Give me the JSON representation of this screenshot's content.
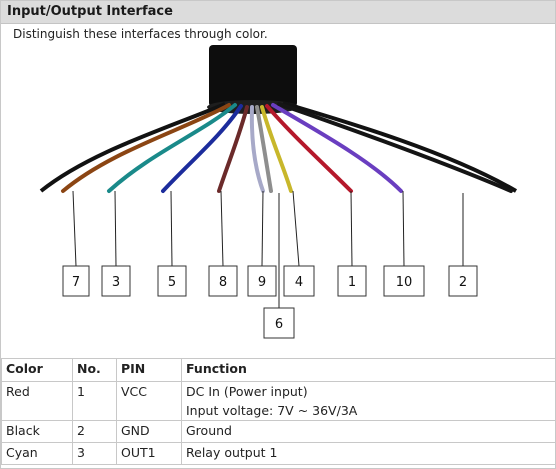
{
  "title": "Input/Output Interface",
  "subtitle": "Distinguish these interfaces through color.",
  "wires": [
    {
      "label": "7",
      "color": "#8b4513"
    },
    {
      "label": "3",
      "color": "#1a8a8a"
    },
    {
      "label": "5",
      "color": "#1c2c9c"
    },
    {
      "label": "8",
      "color": "#6b2a2a"
    },
    {
      "label": "9",
      "color": "#a7a9c8"
    },
    {
      "label": "6",
      "color": "#8e8e8e"
    },
    {
      "label": "4",
      "color": "#c8b72b"
    },
    {
      "label": "1",
      "color": "#b5182b"
    },
    {
      "label": "10",
      "color": "#6a3ec0"
    },
    {
      "label": "2",
      "color": "#151515"
    }
  ],
  "table": {
    "headers": [
      "Color",
      "No.",
      "PIN",
      "Function"
    ],
    "rows": [
      {
        "color": "Red",
        "no": "1",
        "pin": "VCC",
        "function": "DC In (Power input)",
        "function2": "Input voltage: 7V ~ 36V/3A"
      },
      {
        "color": "Black",
        "no": "2",
        "pin": "GND",
        "function": "Ground",
        "function2": ""
      },
      {
        "color": "Cyan",
        "no": "3",
        "pin": "OUT1",
        "function": "Relay output 1",
        "function2": ""
      }
    ]
  }
}
